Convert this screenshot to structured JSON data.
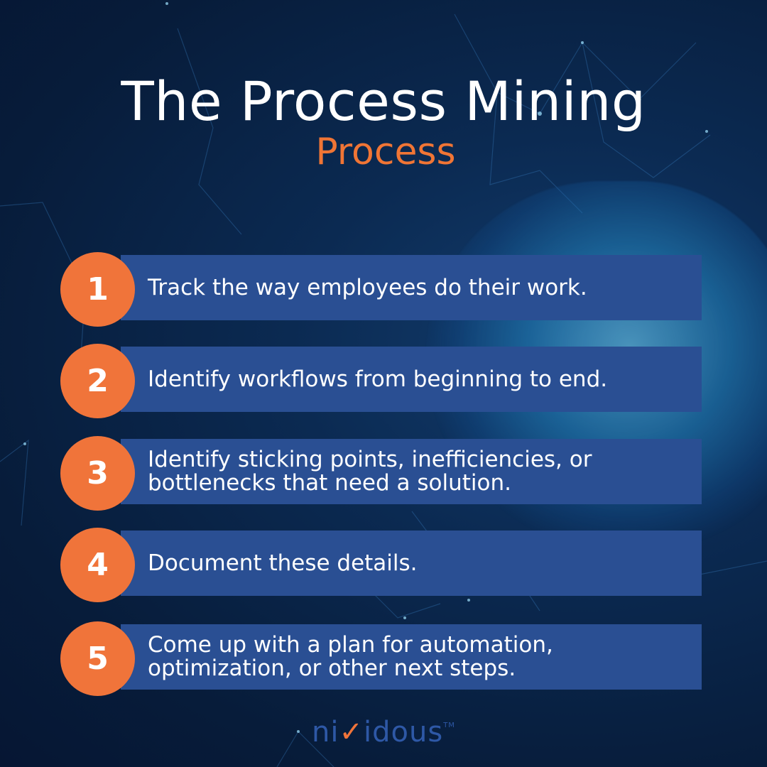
{
  "header": {
    "title": "The Process Mining",
    "subtitle": "Process"
  },
  "steps": [
    {
      "number": "1",
      "text": "Track the way employees do their work."
    },
    {
      "number": "2",
      "text": "Identify workflows from beginning to end."
    },
    {
      "number": "3",
      "text": "Identify sticking points, inefficiencies, or bottlenecks that need a solution."
    },
    {
      "number": "4",
      "text": "Document these details."
    },
    {
      "number": "5",
      "text": "Come up with a plan for automation, optimization, or other next steps."
    }
  ],
  "brand": {
    "name_prefix": "ni",
    "check_mark": "✓",
    "name_suffix": "idous",
    "trademark": "TM"
  },
  "colors": {
    "background": "#0b2a52",
    "accent_orange": "#f0743a",
    "bar_blue": "#2a4f93",
    "logo_blue": "#2e58a6",
    "text": "#ffffff"
  }
}
